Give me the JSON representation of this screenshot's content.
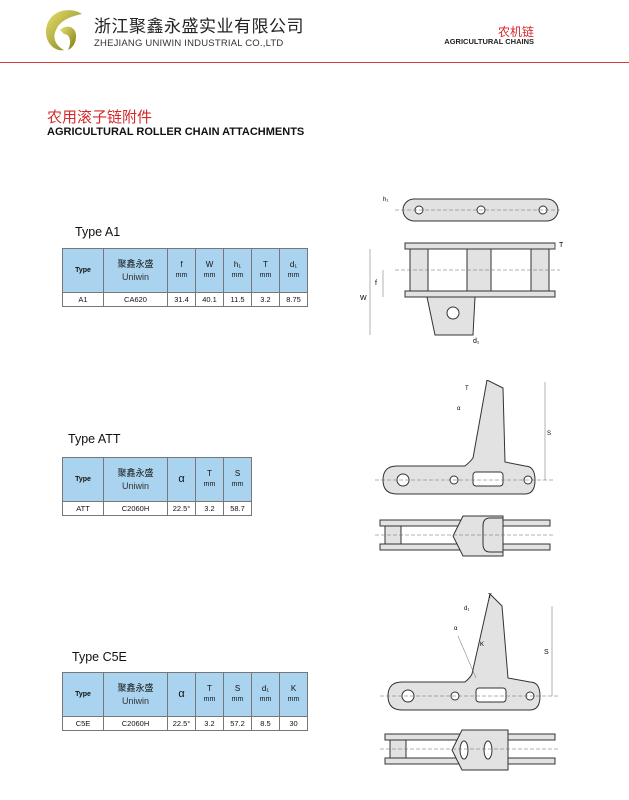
{
  "header": {
    "company_cn": "浙江聚鑫永盛实业有限公司",
    "company_en": "ZHEJIANG UNIWIN  INDUSTRIAL CO.,LTD",
    "category_cn": "农机链",
    "category_en": "AGRICULTURAL  CHAINS"
  },
  "section": {
    "title_cn": "农用滚子链附件",
    "title_en": "AGRICULTURAL ROLLER CHAIN ATTACHMENTS"
  },
  "tables": [
    {
      "label": "Type A1",
      "headers": [
        {
          "t": "Type",
          "u": ""
        },
        {
          "t": "聚鑫永盛",
          "u": "Uniwin"
        },
        {
          "t": "f",
          "u": "mm"
        },
        {
          "t": "W",
          "u": "mm"
        },
        {
          "t": "h₁",
          "u": "mm"
        },
        {
          "t": "T",
          "u": "mm"
        },
        {
          "t": "d₁",
          "u": "mm"
        }
      ],
      "row": [
        "A1",
        "CA620",
        "31.4",
        "40.1",
        "11.5",
        "3.2",
        "8.75"
      ]
    },
    {
      "label": "Type ATT",
      "headers": [
        {
          "t": "Type",
          "u": ""
        },
        {
          "t": "聚鑫永盛",
          "u": "Uniwin"
        },
        {
          "t": "α",
          "u": ""
        },
        {
          "t": "T",
          "u": "mm"
        },
        {
          "t": "S",
          "u": "mm"
        }
      ],
      "row": [
        "ATT",
        "C2060H",
        "22.5°",
        "3.2",
        "58.7"
      ]
    },
    {
      "label": "Type C5E",
      "headers": [
        {
          "t": "Type",
          "u": ""
        },
        {
          "t": "聚鑫永盛",
          "u": "Uniwin"
        },
        {
          "t": "α",
          "u": ""
        },
        {
          "t": "T",
          "u": "mm"
        },
        {
          "t": "S",
          "u": "mm"
        },
        {
          "t": "d₁",
          "u": "mm"
        },
        {
          "t": "K",
          "u": "mm"
        }
      ],
      "row": [
        "C5E",
        "C2060H",
        "22.5°",
        "3.2",
        "57.2",
        "8.5",
        "30"
      ]
    }
  ],
  "drawing_labels": {
    "h": "h₁",
    "t": "T",
    "w": "W",
    "f": "f",
    "d": "d₁",
    "s": "S",
    "a": "α",
    "k": "K"
  },
  "colors": {
    "accent": "#d4282a",
    "table_header": "#a9d3ee",
    "part": "#e2e2e2"
  }
}
